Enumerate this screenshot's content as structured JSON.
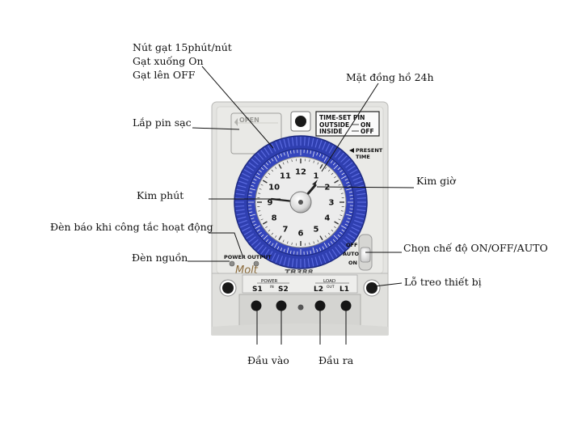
{
  "device": {
    "brand": "Molt",
    "model": "TB388",
    "open_label": "OPEN",
    "pin_panel": {
      "title": "TIME-SET PIN",
      "row1_left": "OUTSIDE",
      "row1_right": "ON",
      "row2_left": "INSIDE",
      "row2_right": "OFF"
    },
    "present_time_1": "PRESENT",
    "present_time_2": "TIME",
    "power_label": "POWER",
    "output_label": "OUTPUT",
    "switch_off": "OFF",
    "switch_auto": "AUTO",
    "switch_on": "ON",
    "power_in_label": "POWER",
    "in_label": "IN",
    "load_label": "LOAD",
    "out_label": "OUT",
    "terminal_s1": "S1",
    "terminal_s2": "S2",
    "terminal_l2": "L2",
    "terminal_l1": "L1",
    "dial_numbers": [
      "12",
      "1",
      "2",
      "3",
      "4",
      "5",
      "6",
      "7",
      "8",
      "9",
      "10",
      "11"
    ]
  },
  "callouts": {
    "push_pin_1": "Nút gạt 15phút/nút",
    "push_pin_2": "Gạt xuống On",
    "push_pin_3": "Gạt lên OFF",
    "dial_24h": "Mặt đồng hồ 24h",
    "battery": "Lắp pin sạc",
    "hour_hand": "Kim giờ",
    "minute_hand": "Kim phút",
    "indicator_active": "Đèn báo khi công tắc hoạt động",
    "mode_select": "Chọn chế độ ON/OFF/AUTO",
    "power_lamp": "Đèn nguồn",
    "mount_hole": "Lỗ treo thiết bị",
    "input_terminal": "Đầu vào",
    "output_terminal": "Đầu ra"
  },
  "colors": {
    "ring_blue": "#2f3fb0",
    "body_grey": "#e6e6e2",
    "face": "#ececec"
  }
}
